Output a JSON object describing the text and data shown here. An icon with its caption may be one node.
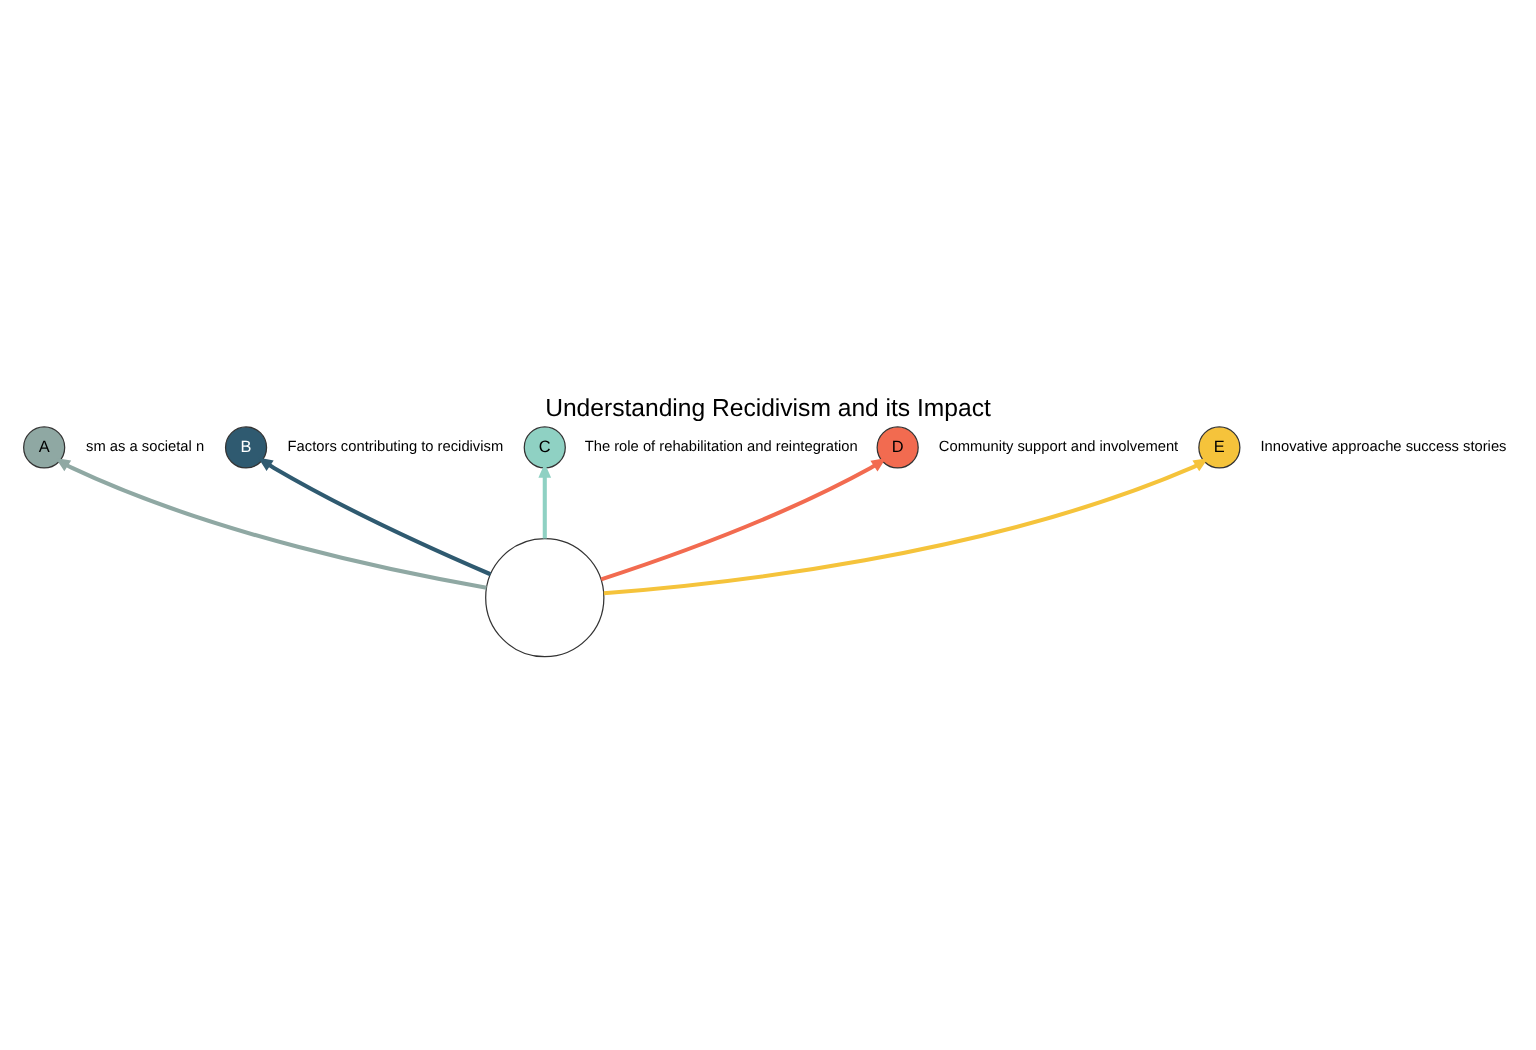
{
  "diagram": {
    "title": "Understanding Recidivism and its Impact",
    "nodes": [
      {
        "text": [],
        "shape": "circle"
      },
      {
        "text": [
          "A"
        ],
        "beside": [
          "sm as a societal n"
        ]
      },
      {
        "text": [
          "B"
        ],
        "beside": [
          "Factors contributing to recidivism"
        ]
      },
      {
        "text": [
          "C"
        ],
        "beside": [
          "The role of rehabilitation and reintegration"
        ]
      },
      {
        "text": [
          "D"
        ],
        "beside": [
          "Community support and involvement"
        ]
      },
      {
        "text": [
          "E"
        ],
        "beside": [
          "Innovative approache success stories"
        ]
      }
    ],
    "edges": [
      {
        "from": 0,
        "to": 1,
        "arrow": "to",
        "color": "#8fa8a3"
      },
      {
        "from": 0,
        "to": 2,
        "arrow": "to",
        "color": "#2f5a70"
      },
      {
        "from": 0,
        "to": 3,
        "arrow": "to",
        "color": "#8fd1c3"
      },
      {
        "from": 0,
        "to": 4,
        "arrow": "to",
        "color": "#f26b50"
      },
      {
        "from": 0,
        "to": 5,
        "arrow": "to",
        "color": "#f5c33b"
      }
    ]
  }
}
